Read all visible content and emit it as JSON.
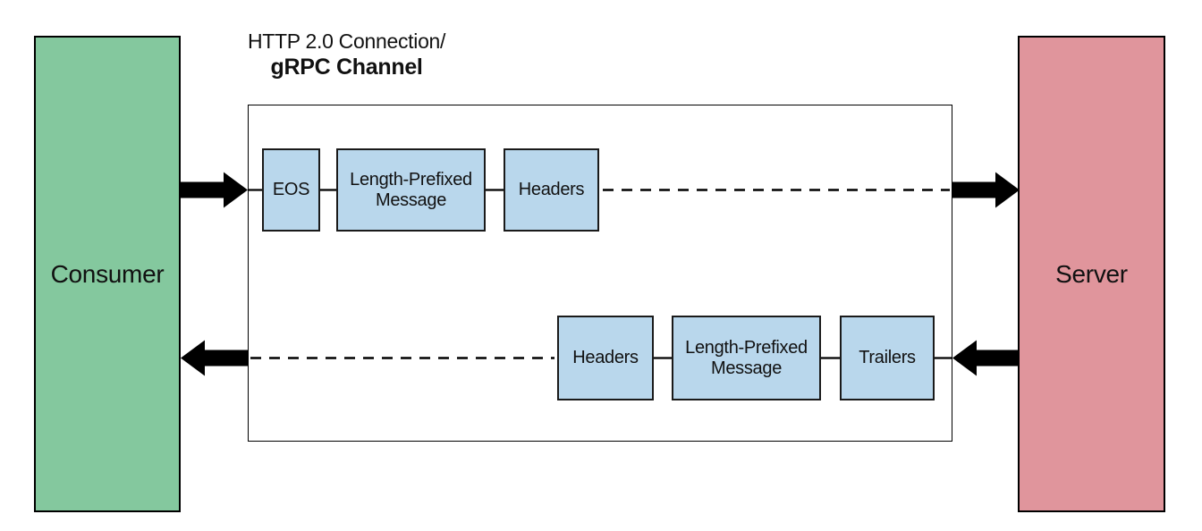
{
  "diagram": {
    "consumer_label": "Consumer",
    "server_label": "Server",
    "channel_title_line1": "HTTP 2.0 Connection/",
    "channel_title_line2": "gRPC Channel",
    "request_flow": [
      "EOS",
      "Length-Prefixed Message",
      "Headers"
    ],
    "response_flow": [
      "Headers",
      "Length-Prefixed Message",
      "Trailers"
    ],
    "colors": {
      "consumer_fill": "#84C89E",
      "server_fill": "#E0959C",
      "message_fill": "#B9D7EC",
      "line": "#000000",
      "background": "#FFFFFF"
    }
  }
}
